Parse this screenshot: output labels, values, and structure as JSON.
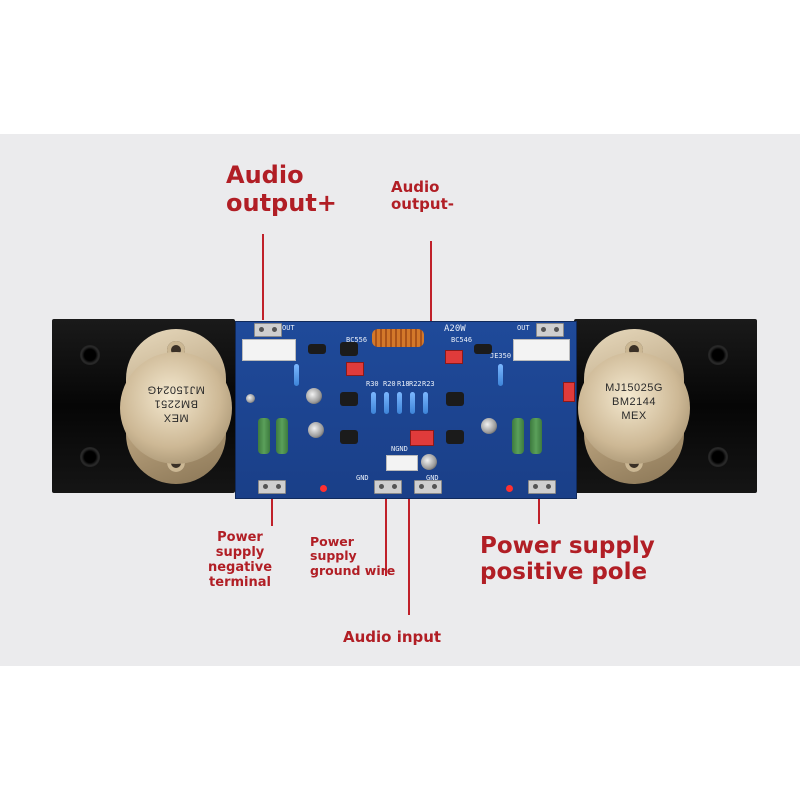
{
  "labels": {
    "audio_output_plus": "Audio\noutput+",
    "audio_output_minus": "Audio\noutput-",
    "power_negative": "Power\nsupply\nnegative\nterminal",
    "power_ground": "Power\nsupply\nground wire",
    "audio_input": "Audio input",
    "power_positive": "Power supply\npositive pole"
  },
  "board": {
    "title": "A20W",
    "out_left": "OUT",
    "out_right": "OUT",
    "gnd_left": "GND",
    "gnd_right": "GND",
    "ngnd": "NGND",
    "bc556": "BC556",
    "bc546": "BC546",
    "jc350": "JE350",
    "r30": "R30",
    "r20": "R20",
    "r18": "R18",
    "r22": "R22",
    "r23": "R23"
  },
  "transistors": {
    "left": {
      "line1": "MJ15024G",
      "line2": "BM2251",
      "line3": "MEX"
    },
    "right": {
      "line1": "MJ15025G",
      "line2": "BM2144",
      "line3": "MEX"
    }
  },
  "colors": {
    "accent": "#b11e25",
    "pcb": "#1f4a9a"
  }
}
